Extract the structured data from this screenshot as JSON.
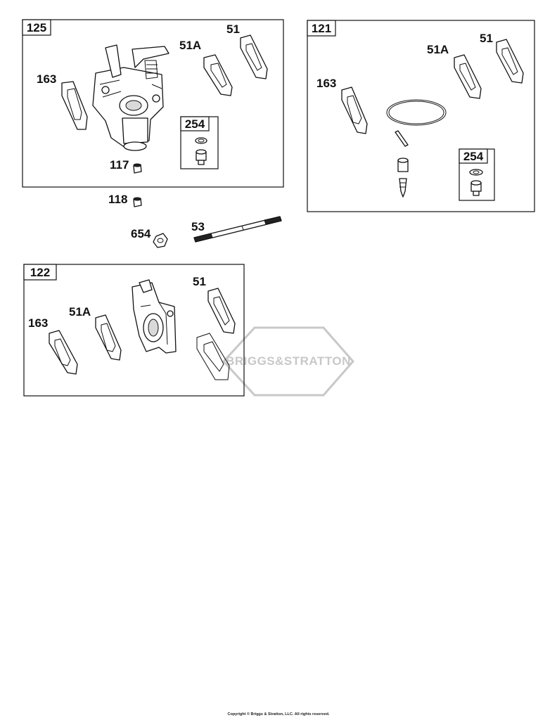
{
  "boxes": {
    "box_125": {
      "label": "125"
    },
    "box_121": {
      "label": "121"
    },
    "box_122": {
      "label": "122"
    },
    "box_254_a": {
      "label": "254"
    },
    "box_254_b": {
      "label": "254"
    }
  },
  "callouts": {
    "c125_163": "163",
    "c125_51a": "51A",
    "c125_51": "51",
    "c125_117": "117",
    "c121_163": "163",
    "c121_51a": "51A",
    "c121_51": "51",
    "loose_118": "118",
    "loose_654": "654",
    "loose_53": "53",
    "c122_163": "163",
    "c122_51a": "51A",
    "c122_51": "51"
  },
  "watermark": {
    "text": "BRIGGS&STRATTON"
  },
  "footer": {
    "copyright": "Copyright © Briggs & Stratton, LLC. All rights reserved."
  }
}
